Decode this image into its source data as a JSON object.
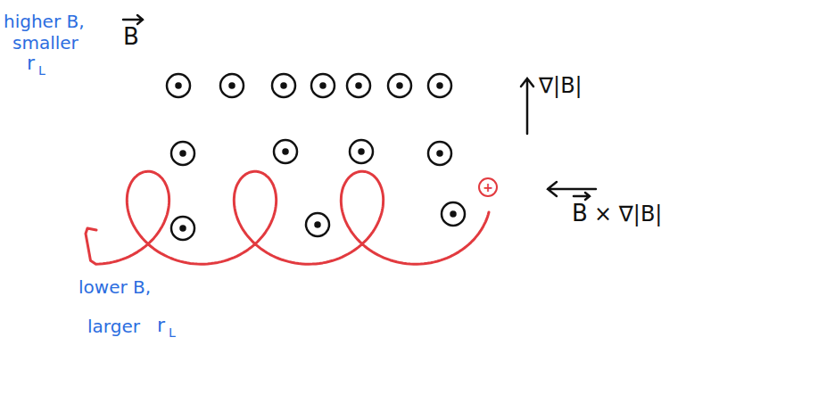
{
  "diagram": {
    "nodes": [
      {
        "text": [
          "+"
        ]
      }
    ],
    "labels": [
      "B",
      "higher B,",
      "smaller",
      "r",
      "L",
      "∇|B|",
      "B",
      "× ∇|B|",
      "lower B,",
      "larger",
      "r",
      "L"
    ]
  }
}
